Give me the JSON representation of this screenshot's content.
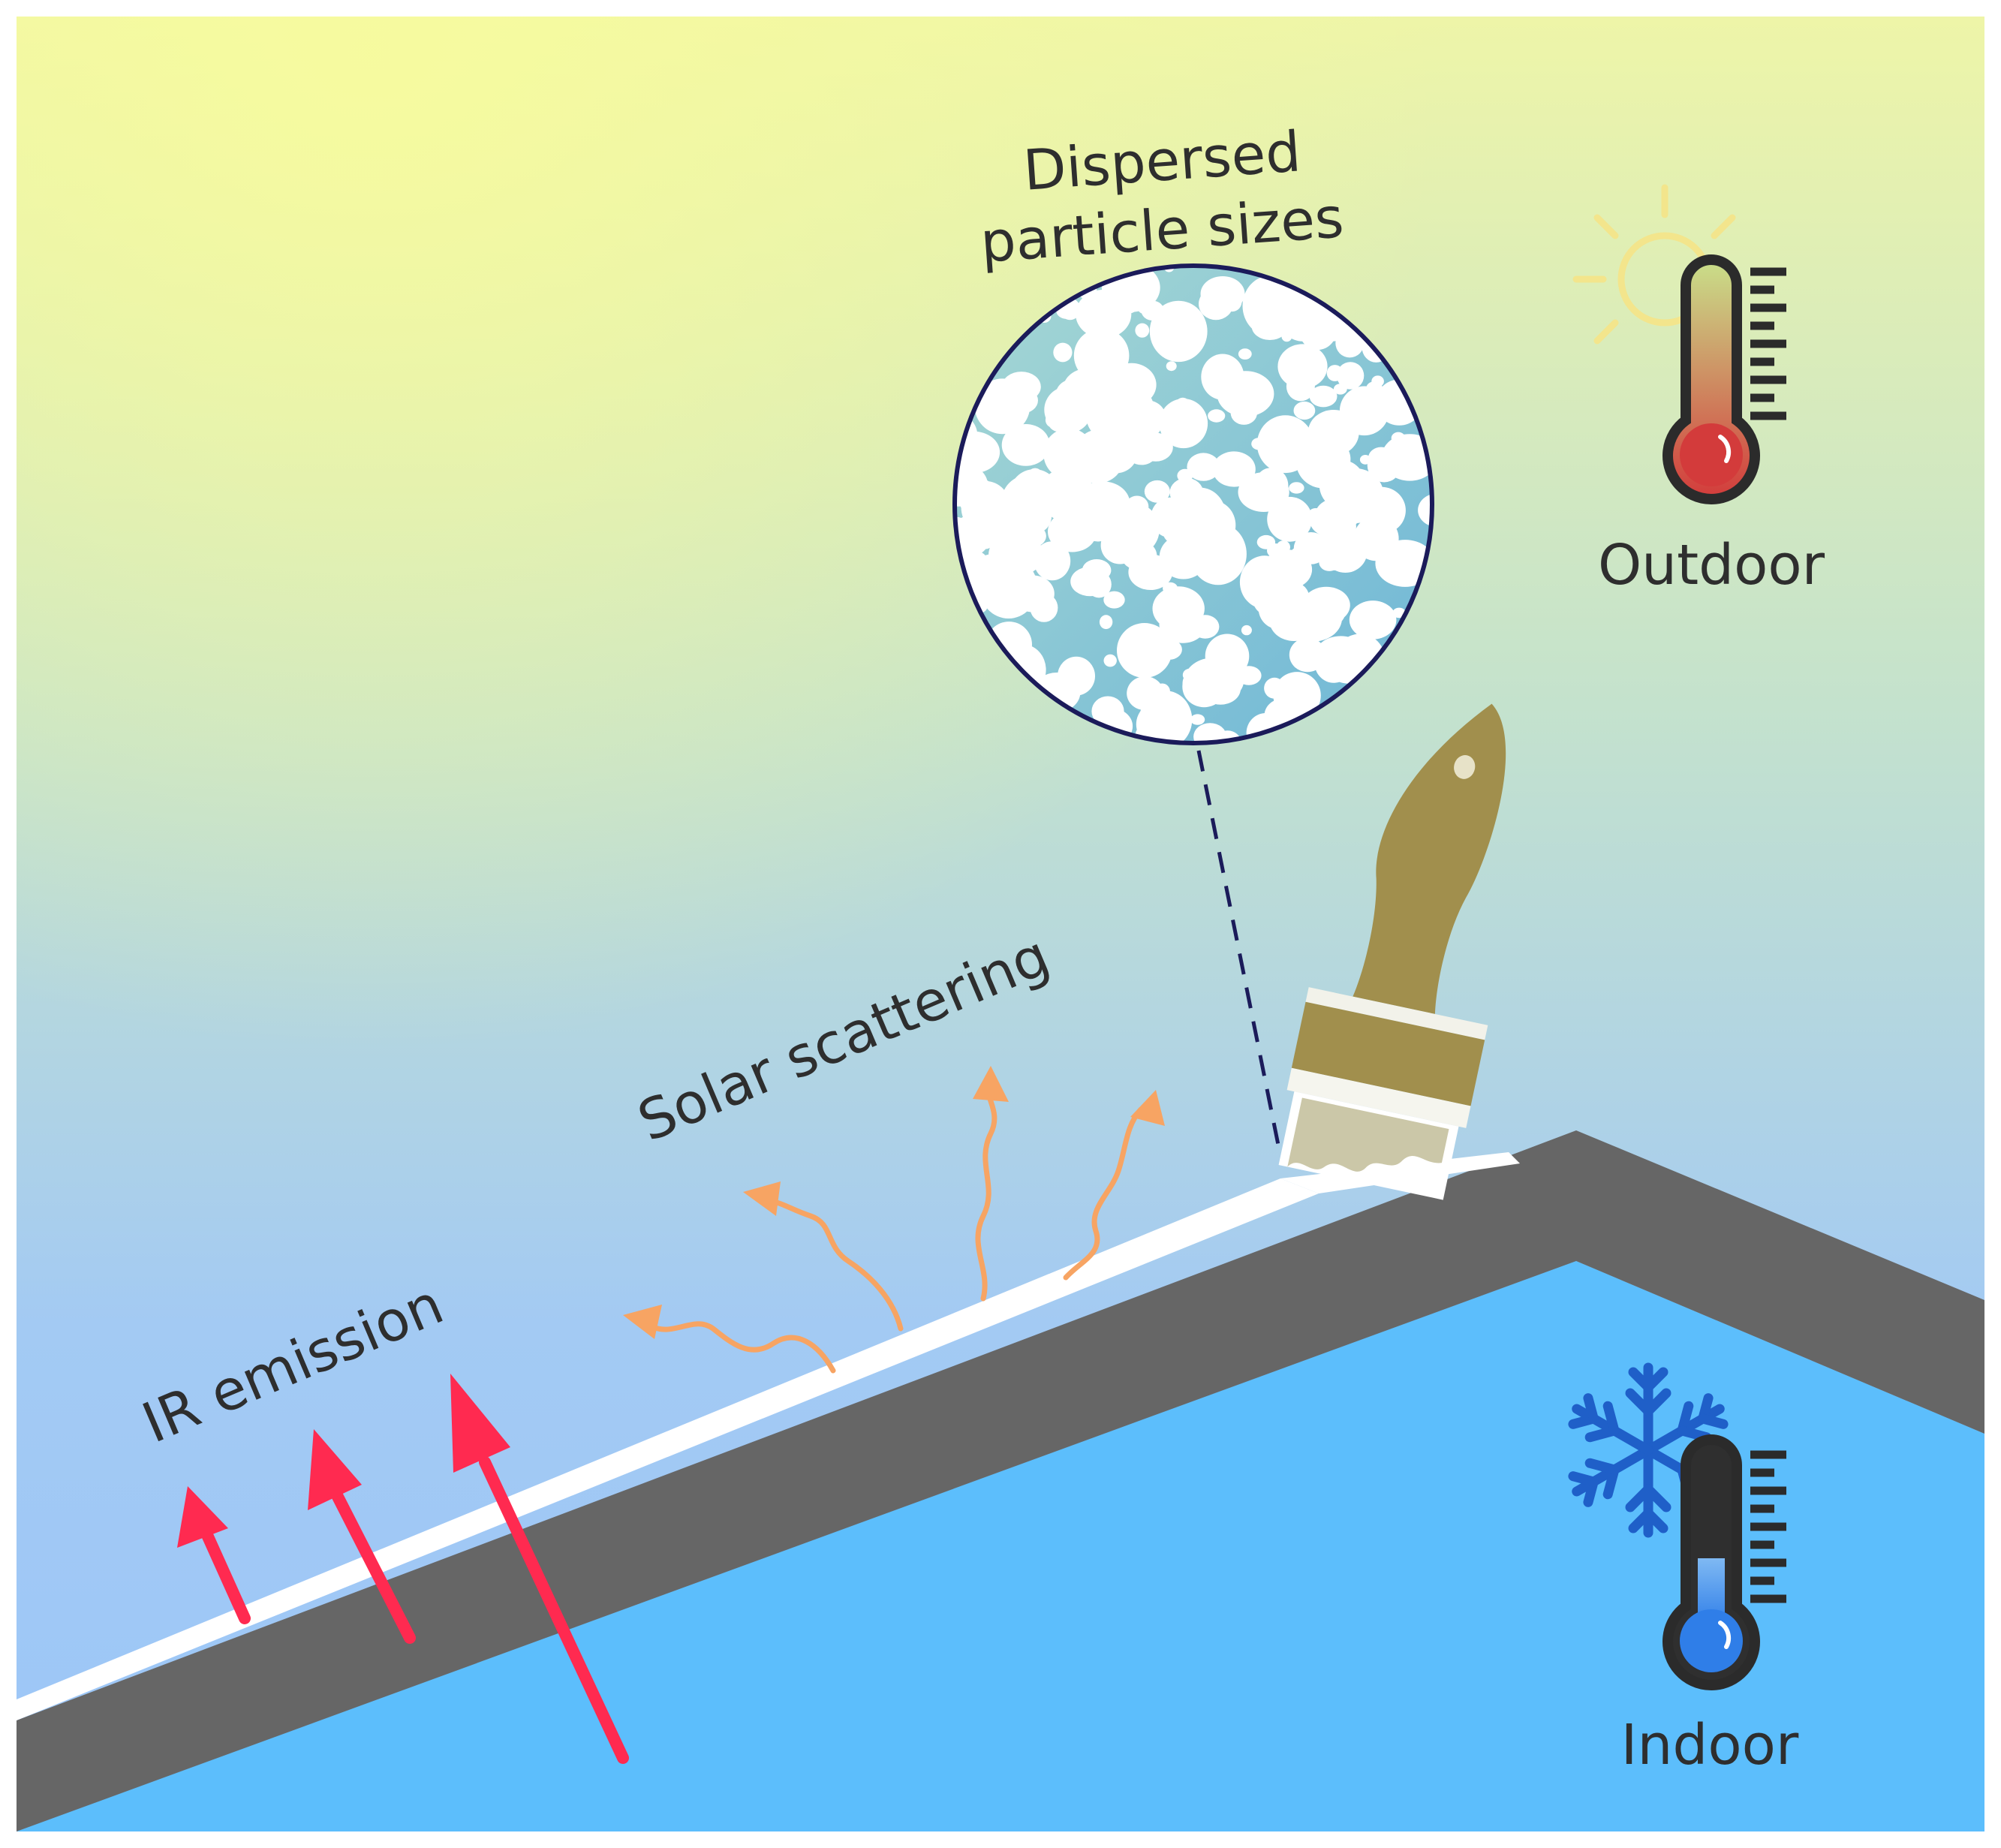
{
  "labels": {
    "magnifier_title_line1": "Dispersed",
    "magnifier_title_line2": "particle sizes",
    "outdoor": "Outdoor",
    "indoor": "Indoor",
    "solar_scattering": "Solar scattering",
    "ir_emission": "IR emission"
  },
  "icons": {
    "sun": "sun-icon",
    "outdoor_thermometer": "thermometer-hot-icon",
    "snowflake": "snowflake-icon",
    "indoor_thermometer": "thermometer-cold-icon",
    "paintbrush": "paintbrush-icon",
    "magnifier": "magnifier-circle"
  },
  "colors": {
    "sky_top": "#eef5a8",
    "sky_bottom": "#9cc6f8",
    "roof": "#666666",
    "interior": "#5cbefc",
    "coating": "#ffffff",
    "ir_arrow": "#ff2a50",
    "solar_arrow": "#f7a463",
    "text": "#2e2e2e",
    "magnifier_border": "#1b1b5a",
    "thermo_hot": "#d33b3b",
    "thermo_cold": "#2f7ee8",
    "snowflake": "#1f5fc8",
    "sun_stroke": "#f3e58c",
    "brush_handle": "#a18f4d"
  }
}
